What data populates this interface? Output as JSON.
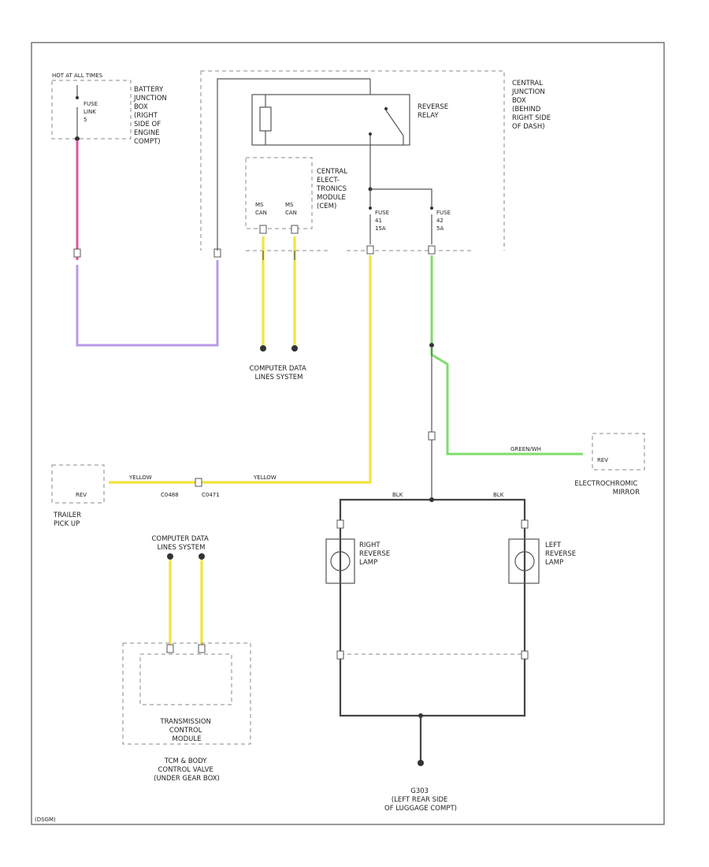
{
  "labels": {
    "hot_at_all_times": "HOT AT ALL TIMES",
    "battery_jb": [
      "BATTERY",
      "JUNCTION",
      "BOX",
      "(RIGHT",
      "SIDE OF",
      "ENGINE",
      "COMPT)"
    ],
    "fuse_link": [
      "FUSE",
      "LINK",
      "5"
    ],
    "cjb": [
      "CENTRAL",
      "JUNCTION",
      "BOX",
      "(BEHIND",
      "RIGHT SIDE",
      "OF DASH)"
    ],
    "reverse_relay": [
      "REVERSE",
      "RELAY"
    ],
    "cem": [
      "CENTRAL",
      "ELECT-",
      "TRONICS",
      "MODULE",
      "(CEM)"
    ],
    "ms_can_1": [
      "MS",
      "CAN"
    ],
    "ms_can_2": [
      "MS",
      "CAN"
    ],
    "fuse_41": [
      "FUSE",
      "41",
      "15A"
    ],
    "fuse_42": [
      "FUSE",
      "42",
      "5A"
    ],
    "cdl_top": [
      "COMPUTER DATA",
      "LINES SYSTEM"
    ],
    "cdl_bottom": [
      "COMPUTER DATA",
      "LINES SYSTEM"
    ],
    "trailer": [
      "TRAILER",
      "PICK UP"
    ],
    "rev_trailer": "REV",
    "rev_mirror": "REV",
    "mirror": [
      "ELECTROCHROMIC",
      "MIRROR"
    ],
    "right_lamp": [
      "RIGHT",
      "REVERSE",
      "LAMP"
    ],
    "left_lamp": [
      "LEFT",
      "REVERSE",
      "LAMP"
    ],
    "tcm": [
      "TRANSMISSION",
      "CONTROL",
      "MODULE"
    ],
    "tcm_loc": [
      "TCM & BODY",
      "CONTROL VALVE",
      "(UNDER GEAR BOX)"
    ],
    "ground": [
      "G303",
      "(LEFT REAR SIDE",
      "OF LUGGAGE COMPT)"
    ],
    "conn_c0471": "C0471",
    "conn_c0488": "C0488",
    "wire_yellow": "YELLOW",
    "wire_green_wh": "GREEN/WH",
    "wire_blk": "BLK",
    "footer": "(DSGM)"
  },
  "colors": {
    "pink": "#e0559a",
    "yellow": "#f2e33c",
    "green": "#7fdc6e",
    "violet": "#b99be8",
    "black": "#444444"
  }
}
